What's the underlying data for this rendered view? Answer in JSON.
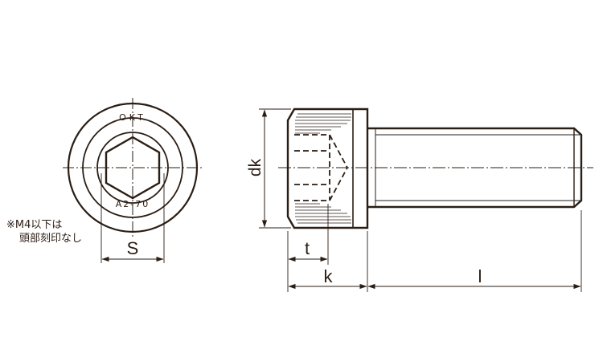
{
  "front_view": {
    "head_marking_top": "OKT",
    "head_marking_bottom": "A2-70"
  },
  "note": {
    "line1": "※M4以下は",
    "line2": "頭部刻印なし"
  },
  "dimensions": {
    "s": "S",
    "dk": "dk",
    "t": "t",
    "k": "k",
    "l": "l"
  },
  "colors": {
    "line": "#2a1d14",
    "background": "#ffffff"
  }
}
